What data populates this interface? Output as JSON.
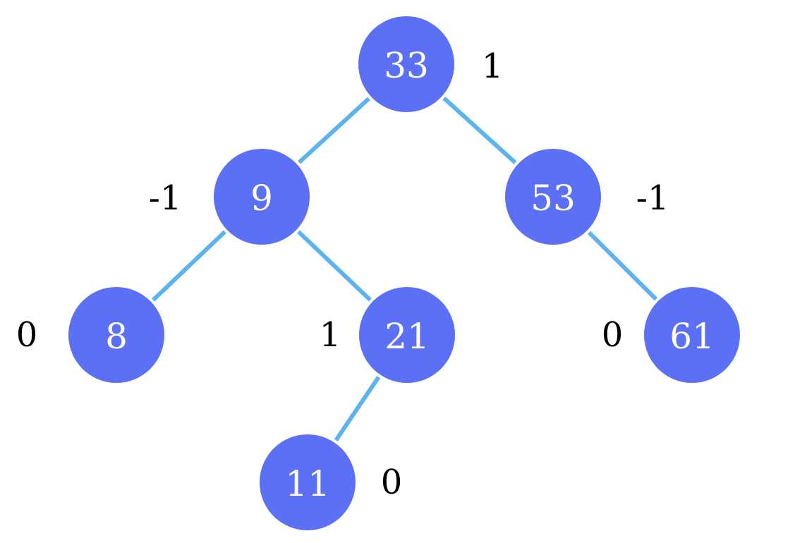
{
  "colors": {
    "node_fill": "#5b70f5",
    "node_text": "#ffffff",
    "edge": "#5bb4ef",
    "label": "#000000",
    "background": "#ffffff"
  },
  "nodes": [
    {
      "id": "n33",
      "value": "33",
      "balance": "1"
    },
    {
      "id": "n9",
      "value": "9",
      "balance": "-1"
    },
    {
      "id": "n53",
      "value": "53",
      "balance": "-1"
    },
    {
      "id": "n8",
      "value": "8",
      "balance": "0"
    },
    {
      "id": "n21",
      "value": "21",
      "balance": "1"
    },
    {
      "id": "n61",
      "value": "61",
      "balance": "0"
    },
    {
      "id": "n11",
      "value": "11",
      "balance": "0"
    }
  ],
  "edges": [
    {
      "from": "n33",
      "to": "n9"
    },
    {
      "from": "n33",
      "to": "n53"
    },
    {
      "from": "n9",
      "to": "n8"
    },
    {
      "from": "n9",
      "to": "n21"
    },
    {
      "from": "n53",
      "to": "n61"
    },
    {
      "from": "n21",
      "to": "n11"
    }
  ]
}
